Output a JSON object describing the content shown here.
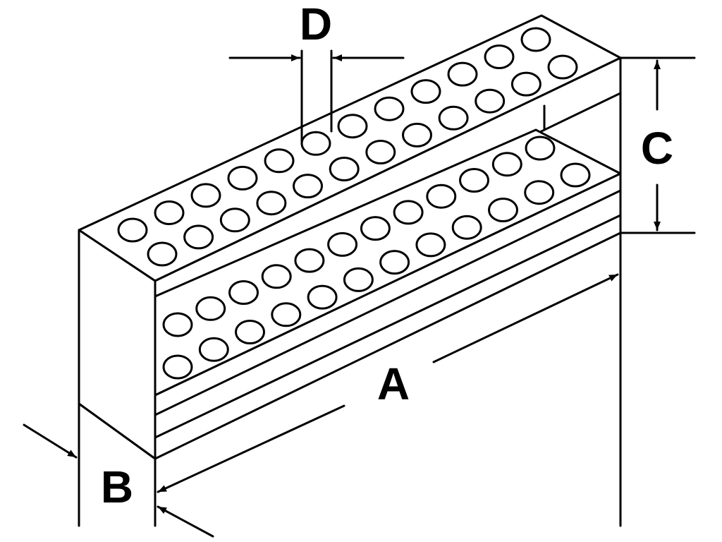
{
  "diagram": {
    "labels": {
      "A": "A",
      "B": "B",
      "C": "C",
      "D": "D"
    },
    "top_tier_holes": {
      "rows": 2,
      "columns": 12
    },
    "bottom_tier_holes": {
      "rows": 2,
      "columns": 12
    },
    "colors": {
      "stroke": "#000000",
      "fill": "#ffffff"
    }
  }
}
